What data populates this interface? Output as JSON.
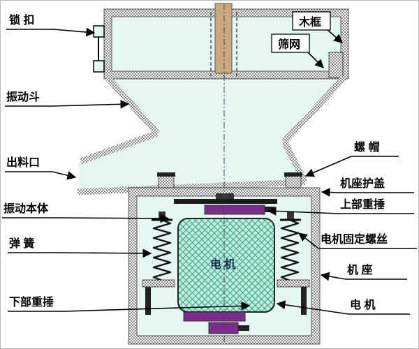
{
  "diagram": {
    "type": "technical-diagram",
    "subject": "vibrating sieve machine cross-section",
    "labels": {
      "lock": "锁  扣",
      "wood_frame": "木框",
      "screen_mesh": "筛网",
      "hopper": "振动斗",
      "outlet": "出料口",
      "body": "振动本体",
      "spring": "弹  簧",
      "lower_hammer": "下部重捶",
      "nut": "螺 帽",
      "base_cover": "机座护盖",
      "upper_hammer": "上部重捶",
      "motor_screw": "电机固定螺丝",
      "base": "机  座",
      "motor": "电  机",
      "motor_inner": "电机"
    },
    "colors": {
      "interior": "#e4f7f2",
      "motor_fill": "#bfeede",
      "motor_hatch": "#38a188",
      "weight": "#7b2d8b",
      "wood_strip": "#c9a87e",
      "line": "#000000"
    }
  }
}
